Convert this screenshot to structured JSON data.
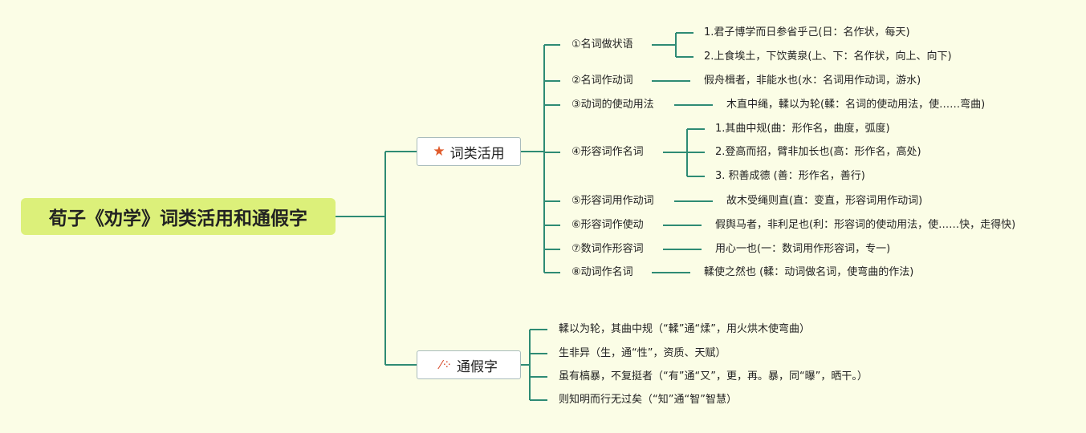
{
  "root": {
    "title": "荀子《劝学》词类活用和通假字"
  },
  "branches": {
    "cilei": {
      "label": "词类活用",
      "icon": "star-icon",
      "items": [
        {
          "label": "①名词做状语",
          "children": [
            "1.君子博学而日参省乎己(日：名作状，每天)",
            "2.上食埃土，下饮黄泉(上、下：名作状，向上、向下)"
          ]
        },
        {
          "label": "②名词作动词",
          "children": [
            "假舟楫者，非能水也(水：名词用作动词，游水)"
          ]
        },
        {
          "label": "③动词的使动用法",
          "children": [
            "木直中绳，輮以为轮(輮：名词的使动用法，使……弯曲)"
          ]
        },
        {
          "label": "④形容词作名词",
          "children": [
            "1.其曲中规(曲：形作名，曲度，弧度)",
            "2.登高而招，臂非加长也(高：形作名，高处)",
            "3. 积善成德 (善：形作名，善行)"
          ]
        },
        {
          "label": "⑤形容词用作动词",
          "children": [
            "故木受绳则直(直：变直，形容词用作动词)"
          ]
        },
        {
          "label": "⑥形容词作使动",
          "children": [
            "假舆马者，非利足也(利：形容词的使动用法，使……快，走得快)"
          ]
        },
        {
          "label": "⑦数词作形容词",
          "children": [
            "用心一也(一：数词用作形容词，专一)"
          ]
        },
        {
          "label": "⑧动词作名词",
          "children": [
            "輮使之然也 (輮：动词做名词，使弯曲的作法)"
          ]
        }
      ]
    },
    "tongjia": {
      "label": "通假字",
      "icon": "magic-wand-icon",
      "items": [
        "輮以为轮，其曲中规（“輮”通“煣”，用火烘木使弯曲）",
        "生非异（生，通“性”，资质、天赋）",
        "虽有槁暴，不复挺者（“有”通“又”，更，再。暴，同“曝”，晒干。）",
        "则知明而行无过矣（“知”通“智”智慧）"
      ]
    }
  },
  "colors": {
    "line": "#2e8b74",
    "root_bg": "#dcf07a",
    "background": "#fbfde6"
  }
}
